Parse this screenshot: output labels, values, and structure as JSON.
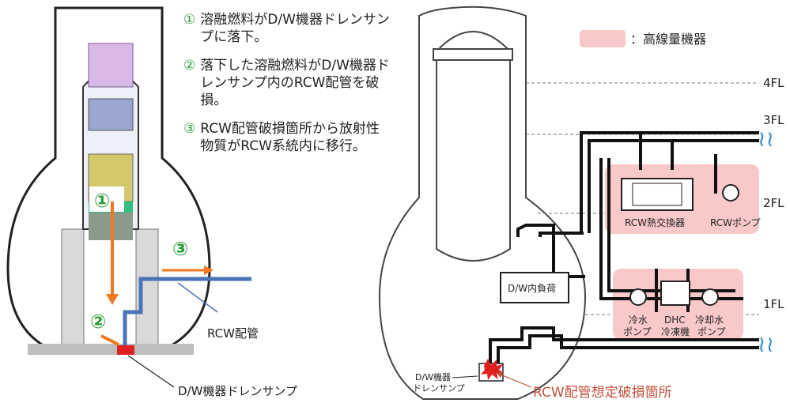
{
  "steps": [
    {
      "num": "①",
      "text": "溶融燃料がD/W機器ドレンサンプに落下。"
    },
    {
      "num": "②",
      "text": "落下した溶融燃料がD/W機器ドレンサンプ内のRCW配管を破損。"
    },
    {
      "num": "③",
      "text": "RCW配管破損箇所から放射性物質がRCW系統内に移行。"
    }
  ],
  "left_diagram": {
    "markers": [
      "①",
      "②",
      "③"
    ],
    "rcw_pipe_label": "RCW配管",
    "sump_label": "D/W機器ドレンサンプ"
  },
  "right_diagram": {
    "legend_label": "：高線量機器",
    "floors": [
      "4FL",
      "3FL",
      "2FL",
      "1FL"
    ],
    "dw_load_label": "D/W内負荷",
    "rcw_hx_label": "RCW熱交換器",
    "rcw_pump_label": "RCWポンプ",
    "chilled_pump_label": [
      "冷水",
      "ポンプ"
    ],
    "dhc_label": [
      "DHC",
      "冷凍機"
    ],
    "cooling_pump_label": [
      "冷却水",
      "ポンプ"
    ],
    "sump_label": [
      "D/W機器",
      "ドレンサンプ"
    ],
    "break_label": "RCW配管想定破損箇所"
  },
  "colors": {
    "high_dose": "#f9c9c9",
    "marker_green": "#2f9e3a",
    "arrow_orange": "#f07820",
    "pipe_blue": "#4a74b8",
    "break_red": "#e02020",
    "break_label": "#c0503a"
  }
}
